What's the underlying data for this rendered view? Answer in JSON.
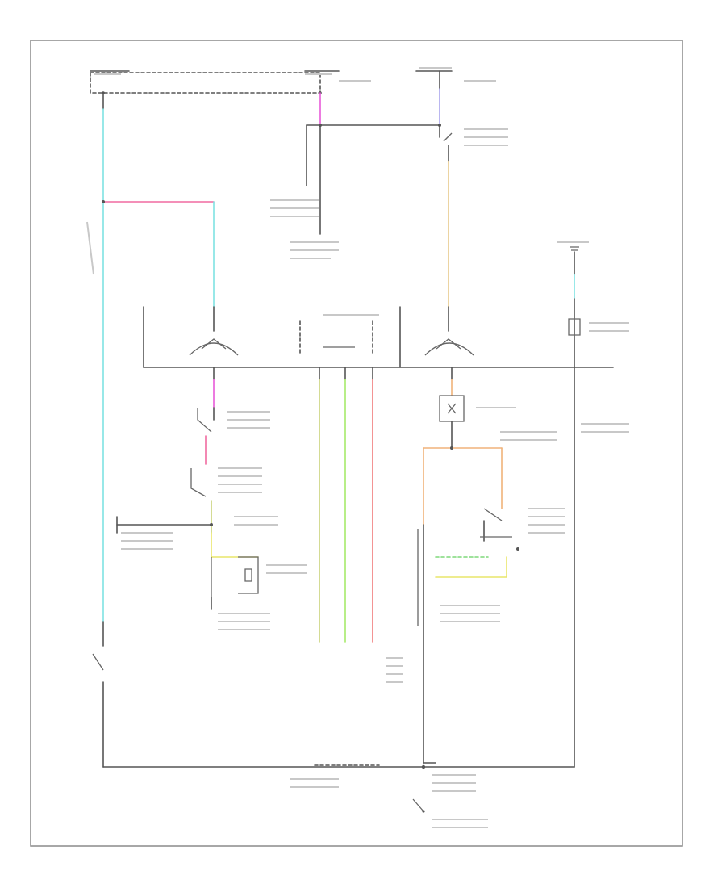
{
  "footer_code": "",
  "components": [
    {
      "id": "battery-junction-left",
      "label": ""
    },
    {
      "id": "battery-junction-right",
      "label": ""
    },
    {
      "id": "ignition-switch",
      "label": ""
    },
    {
      "id": "blower-switch",
      "label": ""
    },
    {
      "id": "ac-clutch-connector",
      "label": ""
    },
    {
      "id": "pressure-switch-high",
      "label": ""
    },
    {
      "id": "pressure-switch-low",
      "label": ""
    },
    {
      "id": "ac-clutch",
      "label": ""
    },
    {
      "id": "blower-motor-relay",
      "label": ""
    },
    {
      "id": "blower-speed-switch",
      "label": ""
    },
    {
      "id": "ground-point",
      "label": ""
    }
  ],
  "wire_colors": {
    "cyan": "#7ee3e3",
    "pink": "#f06aa0",
    "magenta": "#e85ad8",
    "lavender": "#a9a4ec",
    "tan": "#e8c98a",
    "orange": "#f0b27a",
    "olive": "#c9d27a",
    "lime": "#a6ea6a",
    "green": "#7ed87a",
    "red": "#f07a7a",
    "yellow": "#e9e66a",
    "black": "#555555"
  }
}
